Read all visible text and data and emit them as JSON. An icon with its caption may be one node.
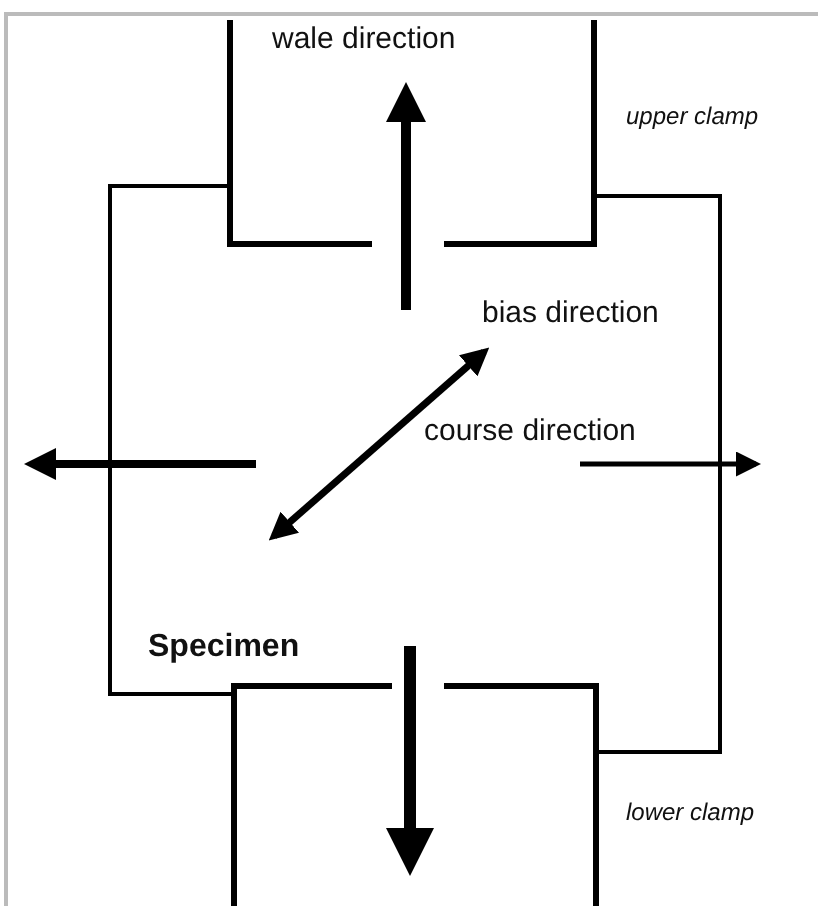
{
  "diagram": {
    "labels": [
      "wale direction",
      "upper clamp",
      "bias direction",
      "course direction",
      "Specimen",
      "lower clamp"
    ]
  }
}
